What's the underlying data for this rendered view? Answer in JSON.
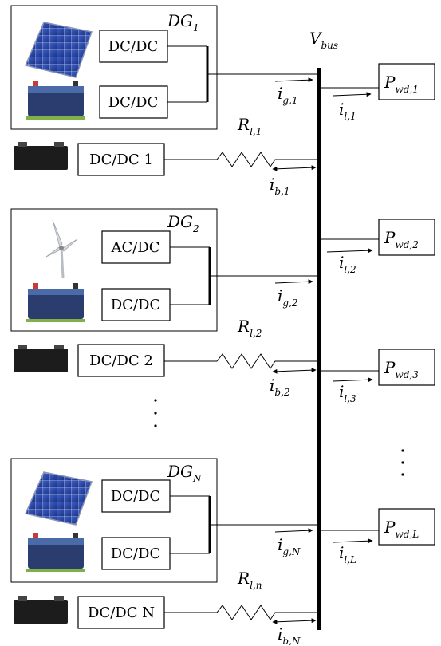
{
  "diagram": {
    "bus_label": {
      "main": "V",
      "sub": "bus"
    },
    "groups": [
      {
        "label": {
          "main": "DG",
          "sub": "1"
        },
        "converters": [
          "DC/DC",
          "DC/DC"
        ],
        "sources": [
          "solar-panel",
          "storage-battery-bank"
        ],
        "current": {
          "main": "i",
          "sub": "g,1"
        }
      },
      {
        "label": {
          "main": "DG",
          "sub": "2"
        },
        "converters": [
          "AC/DC",
          "DC/DC"
        ],
        "sources": [
          "wind-turbine",
          "storage-battery-bank"
        ],
        "current": {
          "main": "i",
          "sub": "g,2"
        }
      },
      {
        "label": {
          "main": "DG",
          "sub": "N"
        },
        "converters": [
          "DC/DC",
          "DC/DC"
        ],
        "sources": [
          "solar-panel",
          "storage-battery-bank"
        ],
        "current": {
          "main": "i",
          "sub": "g,N"
        }
      }
    ],
    "batteries": [
      {
        "converter": "DC/DC 1",
        "resistor": {
          "main": "R",
          "sub": "l,1"
        },
        "current": {
          "main": "i",
          "sub": "b,1"
        }
      },
      {
        "converter": "DC/DC 2",
        "resistor": {
          "main": "R",
          "sub": "l,2"
        },
        "current": {
          "main": "i",
          "sub": "b,2"
        }
      },
      {
        "converter": "DC/DC N",
        "resistor": {
          "main": "R",
          "sub": "l,n"
        },
        "current": {
          "main": "i",
          "sub": "b,N"
        }
      }
    ],
    "loads": [
      {
        "label": {
          "main": "P",
          "sub": "wd,1"
        },
        "current": {
          "main": "i",
          "sub": "l,1"
        }
      },
      {
        "label": {
          "main": "P",
          "sub": "wd,2"
        },
        "current": {
          "main": "i",
          "sub": "l,2"
        }
      },
      {
        "label": {
          "main": "P",
          "sub": "wd,3"
        },
        "current": {
          "main": "i",
          "sub": "l,3"
        }
      },
      {
        "label": {
          "main": "P",
          "sub": "wd,L"
        },
        "current": {
          "main": "i",
          "sub": "l,L"
        }
      }
    ]
  }
}
